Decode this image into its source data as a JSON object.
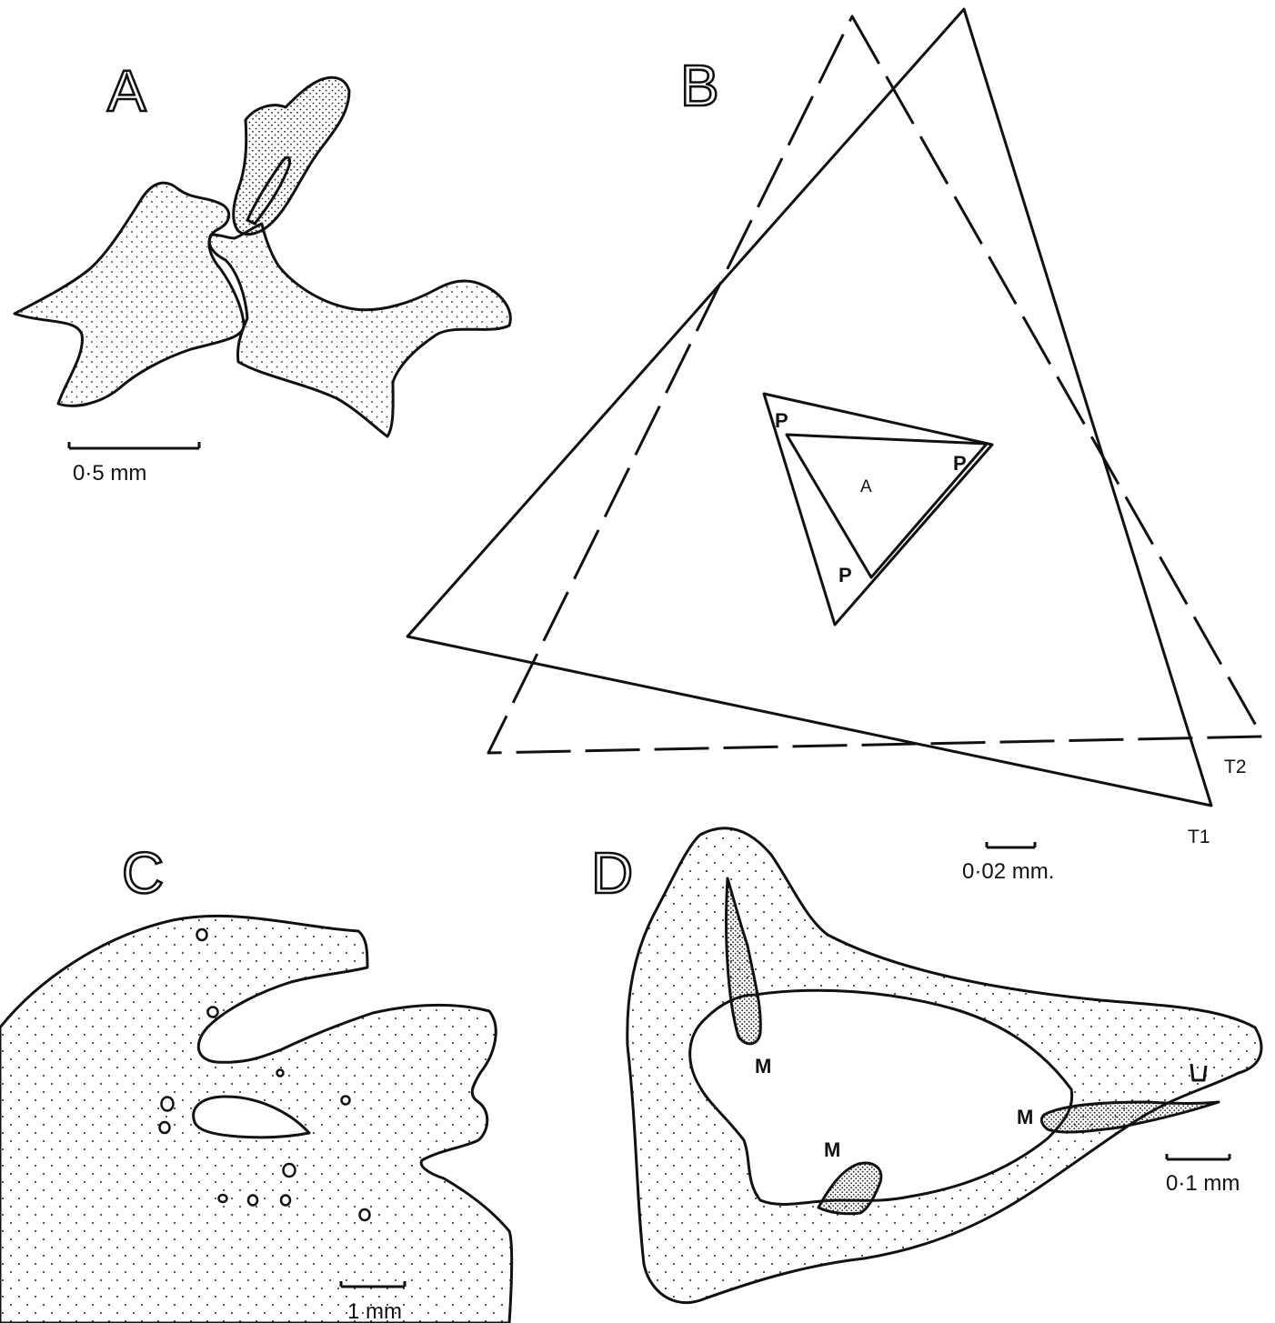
{
  "panels": {
    "a": {
      "letter": "A",
      "scale_label": "0·5 mm"
    },
    "b": {
      "letter": "B",
      "scale_label": "0·02 mm.",
      "outer_labels": [
        "T1",
        "T2"
      ],
      "inner_labels": {
        "p_top": "P",
        "p_right": "P",
        "p_bottom": "P",
        "center": "A"
      }
    },
    "c": {
      "letter": "C",
      "scale_label": "1 mm"
    },
    "d": {
      "letter": "D",
      "scale_label": "0·1 mm",
      "marker_labels": [
        "M",
        "M",
        "M"
      ]
    }
  },
  "colors": {
    "ink": "#111111",
    "paper": "#ffffff"
  }
}
